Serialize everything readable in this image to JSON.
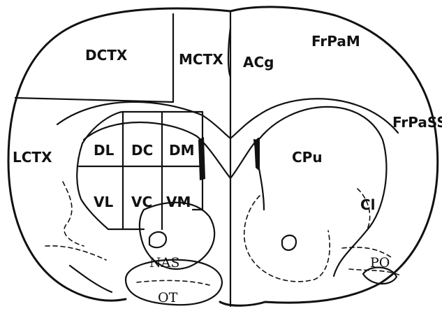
{
  "regions": {
    "dctx": "DCTX",
    "mctx": "MCTX",
    "acg": "ACg",
    "frpam": "FrPaM",
    "frpass": "FrPaSS",
    "lctx": "LCTX",
    "dl": "DL",
    "dc": "DC",
    "dm": "DM",
    "vl": "VL",
    "vc": "VC",
    "vm": "VM",
    "cpu": "CPu",
    "cl": "Cl",
    "nas": "NAS",
    "ot": "OT",
    "po": "PO"
  }
}
